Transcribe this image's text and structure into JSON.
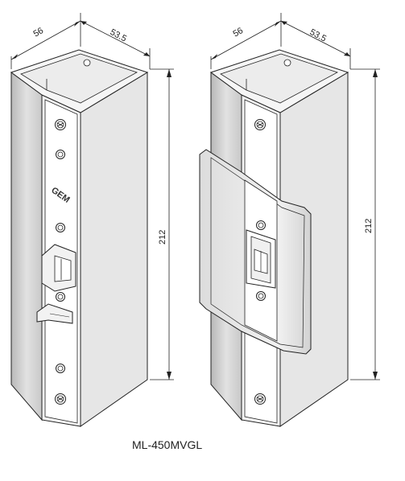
{
  "left_view": {
    "width_dim": "56",
    "depth_dim": "53.5",
    "height_dim": "212",
    "logo": "GEM"
  },
  "right_view": {
    "width_dim": "56",
    "depth_dim": "53.5",
    "height_dim": "212"
  },
  "caption": "ML-450MVGL"
}
